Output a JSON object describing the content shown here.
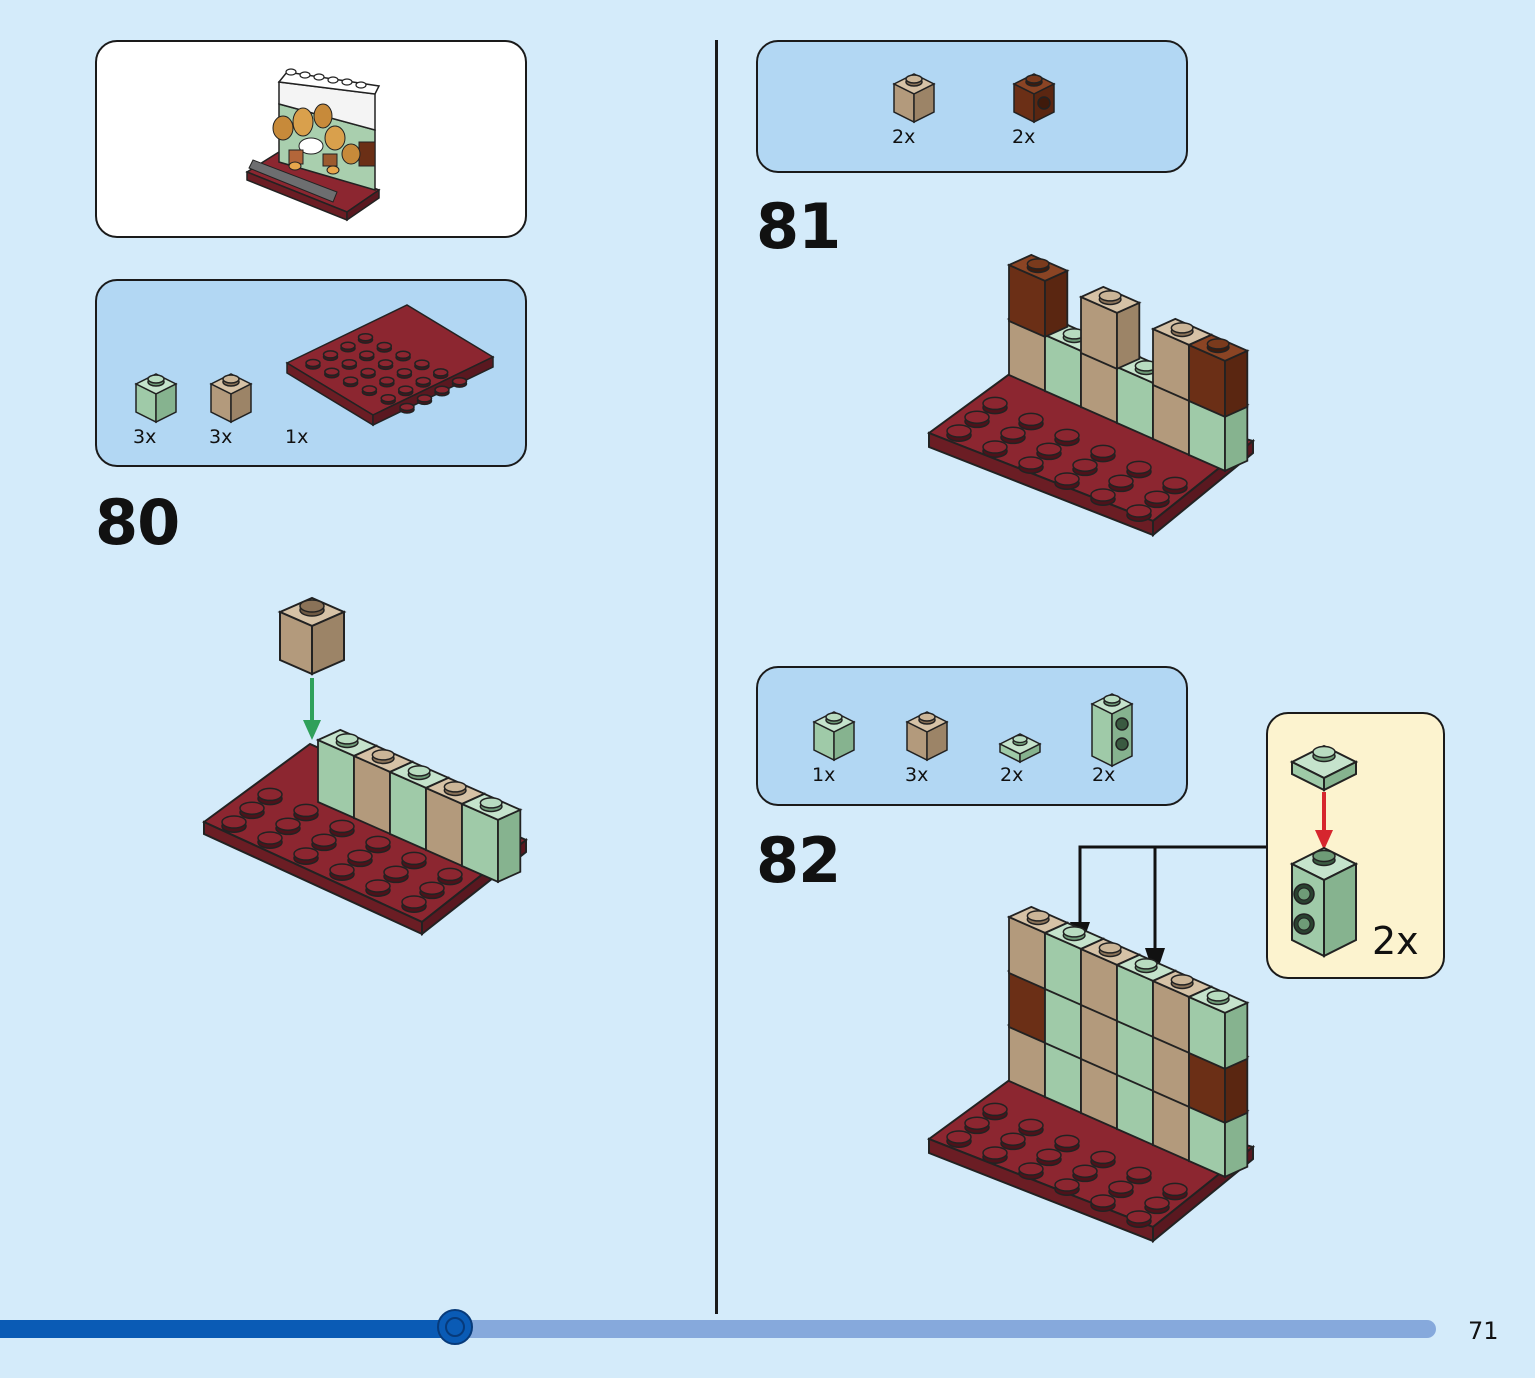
{
  "page": {
    "number": "71"
  },
  "progress": {
    "fraction": 0.317
  },
  "steps": [
    {
      "number": "80",
      "parts": [
        {
          "qty": "3x",
          "part": "sand-green-brick-1x1"
        },
        {
          "qty": "3x",
          "part": "tan-brick-1x1"
        },
        {
          "qty": "1x",
          "part": "dark-red-plate-4x6"
        }
      ]
    },
    {
      "number": "81",
      "parts": [
        {
          "qty": "2x",
          "part": "tan-brick-1x1"
        },
        {
          "qty": "2x",
          "part": "reddish-brown-brick-1x1-side-stud"
        }
      ]
    },
    {
      "number": "82",
      "parts": [
        {
          "qty": "1x",
          "part": "sand-green-brick-1x1"
        },
        {
          "qty": "3x",
          "part": "tan-brick-1x1"
        },
        {
          "qty": "2x",
          "part": "sand-green-plate-1x1"
        },
        {
          "qty": "2x",
          "part": "sand-green-brick-1x1x2-side-studs"
        }
      ],
      "callout": {
        "qty": "2x"
      }
    }
  ],
  "colors": {
    "background": "#d4ebfa",
    "parts_box": "#b2d7f3",
    "callout_box": "#fcf3cf",
    "dark_red": "#8c2630",
    "sand_green": "#9fcaa8",
    "tan": "#b39a7c",
    "reddish_brown": "#6b2f16",
    "arrow_green": "#2fa05a",
    "arrow_red": "#d6262e",
    "progress_done": "#0a5bb5",
    "progress_todo": "#86a9dc"
  }
}
